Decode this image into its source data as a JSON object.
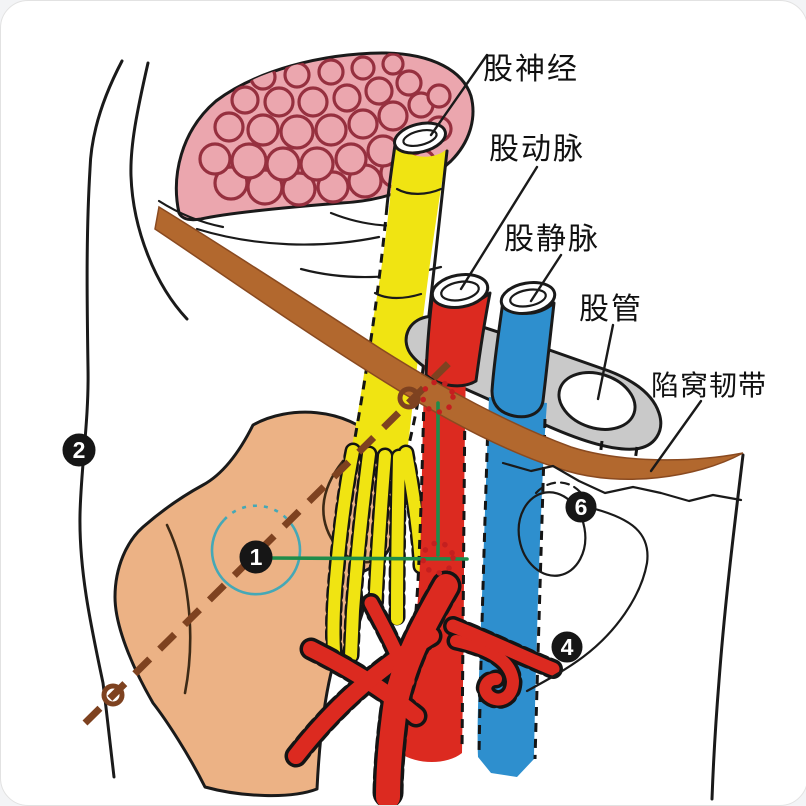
{
  "labels": {
    "femoral_nerve": "股神经",
    "femoral_artery": "股动脉",
    "femoral_vein": "股静脉",
    "femoral_canal": "股管",
    "lacunar_ligament": "陷窝韧带"
  },
  "markers": {
    "point1": "1",
    "point2": "2",
    "point4": "4",
    "point6": "6"
  },
  "colors": {
    "artery_red": "#dc2a20",
    "vein_blue": "#2e8fce",
    "nerve_yellow": "#f0e412",
    "ligament_brown": "#b2682e",
    "bone_tan": "#ecb285",
    "muscle_pink": "#eba6ae",
    "muscle_outline": "#96303f",
    "sheath_gray": "#c9c9c9",
    "head_circle_teal": "#45a8b6",
    "axis_brown": "#7e4220",
    "measure_green": "#1e8c4a",
    "marker_black": "#161616"
  }
}
